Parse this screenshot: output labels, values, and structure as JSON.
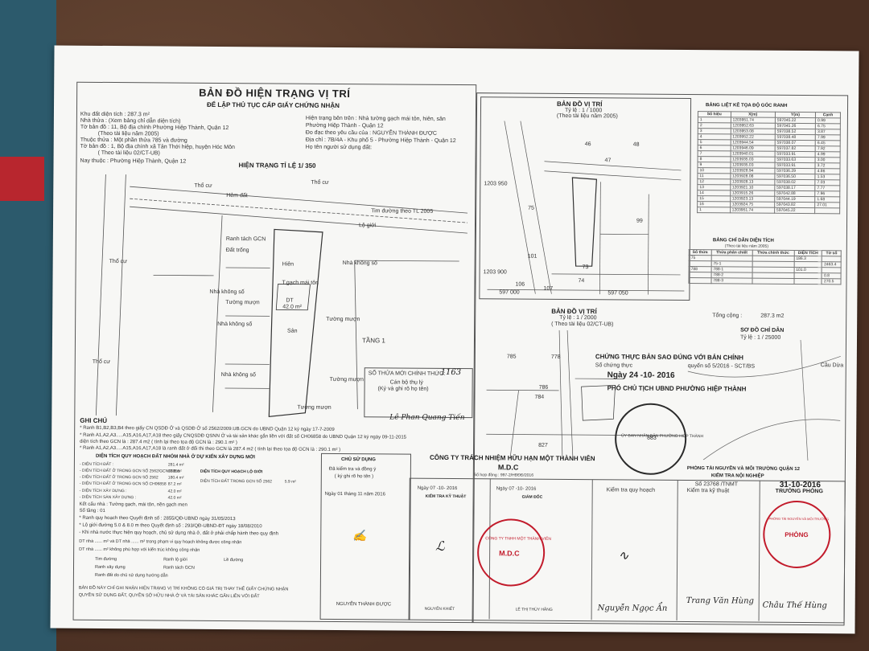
{
  "header": {
    "title": "BẢN ĐỒ HIỆN TRẠNG VỊ TRÍ",
    "subtitle": "ĐỂ LẬP THỦ TỤC CẤP GIẤY CHỨNG NHẬN"
  },
  "info_left": [
    "Khu đất diện tích : 287.3 m²",
    "Nhà thửa : (Xem bảng chỉ dẫn diện tích)",
    "Tờ bản đồ : 11, Bộ địa chính Phường Hiệp Thành, Quận 12",
    "(Theo tài liệu năm 2005)",
    "Thuộc thửa : Một phần thửa 785 và đường",
    "Tờ bản đồ : 1, Bộ địa chính xã Tân Thới hiệp, huyện Hóc Môn",
    "( Theo tài liệu 02/CT-UB)",
    "Nay thuộc : Phường Hiệp Thành, Quận 12"
  ],
  "info_right": [
    "Hiện trạng bên trên : Nhà tường gạch mái tôn, hiên, sân",
    "Phường Hiệp Thành - Quận 12",
    "Đo đạc theo yêu cầu của : NGUYỄN THÀNH ĐƯỢC",
    "Địa chỉ : 7B/4A - Khu phố 5 - Phường Hiệp Thành - Quận 12",
    "Họ tên người sử dụng đất:"
  ],
  "main_map": {
    "scale_title": "HIỆN TRẠNG TỈ LỆ 1/ 350",
    "labels": {
      "tho_cu": "Thổ cư",
      "hem_dat": "Hẻm đất",
      "tim_duong": "Tim đường theo TL 2005",
      "lo_gioi": "Lộ giới",
      "ranh_tach": "Ranh tách GCN",
      "dat_trong": "Đất trống",
      "hien": "Hiên",
      "tgach": "T.gạch mái tôn",
      "dt": "DT",
      "dt_val": "42.0 m²",
      "san": "Sân",
      "nha_khong_so": "Nhà không số",
      "tuong_muon": "Tường mượn",
      "tang1": "TẦNG 1"
    },
    "so_thua_moi_label": "SỐ THỬA MỚI CHÍNH THỨC:",
    "so_thua_moi_value": "1163",
    "can_bo_thu_ly": "Cán bộ thụ lý",
    "ky_ghi_ro": "(Ký và ghi rõ họ tên)",
    "signer": "Lê Phan Quang Tiến"
  },
  "location_map_top": {
    "title": "BẢN ĐỒ VỊ TRÍ",
    "scale": "Tỷ lệ : 1 / 1000",
    "source": "(Theo tài liệu năm 2005)",
    "coord_left_top": "1203 950",
    "coord_left_bottom": "1203 900",
    "coord_bottom_left": "597 000",
    "coord_bottom_right": "597 050",
    "parcels": [
      "46",
      "48",
      "75",
      "47",
      "99",
      "101",
      "106",
      "107",
      "73",
      "74"
    ]
  },
  "coord_table": {
    "title": "BẢNG LIỆT KÊ TỌA ĐỘ GÓC RANH",
    "headers": [
      "Số hiệu",
      "X(m)",
      "Y(m)",
      "Cạnh"
    ],
    "rows": [
      [
        "1",
        "1203951.74",
        "597045.22",
        "0.99"
      ],
      [
        "2",
        "1203952.63",
        "597045.26",
        "6.75"
      ],
      [
        "3",
        "1203953.08",
        "597038.52",
        "3.87"
      ],
      [
        "4",
        "1203952.22",
        "597038.48",
        "7.99"
      ],
      [
        "5",
        "1203944.54",
        "597038.07",
        "6.45"
      ],
      [
        "6",
        "1203946.09",
        "597037.82",
        "7.92"
      ],
      [
        "7",
        "1203940.01",
        "597033.91",
        "4.99"
      ],
      [
        "8",
        "1203935.03",
        "597033.63",
        "3.00"
      ],
      [
        "9",
        "1203935.03",
        "597033.91",
        "3.72"
      ],
      [
        "10",
        "1203928.94",
        "597036.29",
        "4.86"
      ],
      [
        "11",
        "1203928.08",
        "597036.50",
        "1.53"
      ],
      [
        "12",
        "1203928.13",
        "597038.02",
        "7.03"
      ],
      [
        "13",
        "1203921.10",
        "597038.17",
        "7.77"
      ],
      [
        "14",
        "1203915.26",
        "597042.88",
        "7.96"
      ],
      [
        "15",
        "1203923.13",
        "597044.19",
        "1.68"
      ],
      [
        "16",
        "1203924.75",
        "597043.82",
        "27.01"
      ],
      [
        "1",
        "1203951.74",
        "597045.22",
        ""
      ]
    ]
  },
  "area_table": {
    "title": "BẢNG CHỈ DẪN DIỆN TÍCH",
    "source": "(Theo tài liệu năm 2005)",
    "headers": [
      "Số thửa",
      "Thửa phân chiết",
      "Thửa chính thức",
      "DIỆN TÍCH",
      "Tờ số"
    ],
    "rows": [
      [
        "75",
        "",
        "",
        "186.3",
        ""
      ],
      [
        "",
        "75-1",
        "",
        "",
        "2463.4"
      ],
      [
        "788",
        "788-1",
        "",
        "101.0",
        ""
      ],
      [
        "",
        "788-2",
        "",
        "",
        "0.8"
      ],
      [
        "",
        "788-3",
        "",
        "",
        "270.5"
      ]
    ],
    "total_label": "Tổng cộng :",
    "total_value": "287.3 m2"
  },
  "location_map_bottom": {
    "title": "BẢN ĐỒ VỊ TRÍ",
    "scale": "Tỷ lệ : 1 / 2000",
    "source": "( Theo tài liệu 02/CT-UB)",
    "parcels": [
      "785",
      "778",
      "786",
      "784",
      "827",
      "883"
    ]
  },
  "index_map": {
    "title": "SƠ ĐỒ CHỈ DẪN",
    "scale": "Tỷ lệ : 1 / 25000",
    "cau_dua": "Cầu Dừa"
  },
  "certification": {
    "line1": "CHỨNG THỰC BẢN SAO ĐÚNG VỚI BẢN CHÍNH",
    "so_chung_thuc": "Số chứng thực",
    "quyen_so": "quyển số 5/2016 - SCT/BS",
    "date": "Ngày 24 -10- 2016",
    "pct": "PHÓ CHỦ TỊCH UBND PHƯỜNG HIỆP THÀNH"
  },
  "notes": {
    "title": "GHI CHÚ",
    "lines": [
      "* Ranh B1,B2,B3,B4 theo giấy CN QSDĐ Ở và QSDĐ Ở số 2562/2009.UB.GCN do UBND Quận 12 ký ngày 17-7-2009",
      "* Ranh A1,A2,A3.....A15,A16,A17,A18 theo giấy CNQSDĐ QSNN Ở và tài sản khác gắn liền với đất số CH06858 do UBND Quận 12 ký ngày 09-11-2015",
      "diện tích theo GCN là : 287.4 m2 ( tính lại theo tọa độ GCN là : 290.1 m² )",
      "* Ranh A1,A2,A3.....A15,A16,A17,A18 là ranh đất ở đổi thi theo GCN là 287.4 m2 ( tính lại theo tọa độ GCN là : 290.1 m² )"
    ],
    "quy_hoach_title": "DIỆN TÍCH QUY HOẠCH ĐẤT NHÓM NHÀ Ở DỰ KIẾN XÂY DỰNG MỚI",
    "dt_rows": [
      [
        "- DIỆN TÍCH ĐẤT :",
        "281.4 m²"
      ],
      [
        "- DIỆN TÍCH ĐẤT Ở TRONG GCN SỐ 2562/GCN08858",
        "13.8 m²"
      ],
      [
        "- DIỆN TÍCH ĐẤT Ở TRONG GCN SỐ 2562",
        "180.4 m²"
      ],
      [
        "- DIỆN TÍCH ĐẤT Ở TRONG GCN SỐ CH06858",
        "87.2 m²"
      ],
      [
        "- DIỆN TÍCH XÂY DỰNG :",
        "42.0 m²"
      ],
      [
        "- DIỆN TÍCH SÀN XÂY DỰNG :",
        "42.0 m²"
      ]
    ],
    "lo_gioi_title": "DIỆN TÍCH QUY HOẠCH LỘ GIỚI",
    "lo_gioi_value": "5.9 m²",
    "lo_gioi_label": "DIỆN TÍCH ĐẤT TRONG GCN SỐ 2562",
    "extra": [
      "Kết cấu nhà : Tường gạch, mái tôn, nền gạch men",
      "Số tầng : 01",
      "* Ranh quy hoạch theo Quyết định số : 2855/QĐ-UBND ngày 31/05/2013",
      "* Lộ giới đường 5.0 & 8.0 m theo Quyết định số : 293/QĐ-UBND-ĐT ngày 18/08/2010",
      "- Khi nhà nước thực hiện quy hoạch, chủ sử dụng nhà ở, đất ở phải chấp hành theo quy định",
      "DT nhà ...... m² và DT nhà ...... m² trong phạm vi quy hoạch không được công nhận",
      "DT nhà ...... m² không phù hợp với kiến trúc không công nhận",
      "Tim đường",
      "Ranh lộ giới",
      "Lề đường",
      "Ranh xây dựng",
      "Ranh tách GCN",
      "Ranh đất do chủ sử dụng hướng dẫn",
      "BẢN ĐỒ NÀY CHỈ GHI NHẬN HIỆN TRẠNG VỊ TRÍ KHÔNG CÓ GIÁ TRỊ THAY THẾ GIẤY CHỨNG NHẬN",
      "QUYỀN SỬ DỤNG ĐẤT, QUYỀN SỞ HỮU NHÀ Ở VÀ TÀI SẢN KHÁC GẮN LIỀN VỚI ĐẤT"
    ]
  },
  "owner_box": {
    "title": "CHỦ SỬ DỤNG",
    "line1": "Đã kiểm tra và đồng ý",
    "line2": "( ký ghi rõ họ tên )",
    "date": "Ngày 01 tháng 11 năm 2016",
    "name": "NGUYỄN THÀNH ĐƯỢC"
  },
  "company": {
    "name": "CÔNG TY TRÁCH NHIỆM HỮU HẠN MỘT THÀNH VIÊN",
    "short": "M.D.C",
    "contract": "Số hợp đồng : 997-2/HĐĐĐ/2016",
    "cols": [
      {
        "date": "Ngày 07 -10- 2016",
        "role": "KIỂM TRA KỸ THUẬT",
        "name": "NGUYỄN KHIẾT"
      },
      {
        "date": "Ngày 07 -10- 2016",
        "role": "GIÁM ĐỐC",
        "name": "LÊ THỊ THÙY HẰNG"
      }
    ],
    "kiem_tra_quy_hoach": "Kiểm tra quy hoạch",
    "kiem_tra_ky_thuat": "Kiểm tra kỹ thuật",
    "truong_phong": "TRƯỞNG PHÒNG",
    "sign1": "Nguyễn Ngọc Ẩn",
    "sign2": "Trang Văn Hùng",
    "sign3": "Châu Thế Hùng"
  },
  "dept": {
    "line1": "PHÒNG TÀI NGUYÊN VÀ MÔI TRƯỜNG QUẬN 12",
    "line2": "KIỂM TRA NỘI NGHIỆP",
    "so": "Số 23768 /TNMT",
    "date": "31-10-2016",
    "year": "2016"
  },
  "stamps": {
    "mdc_center": "M.D.C",
    "mdc_ring": "CÔNG TY TNHH MỘT THÀNH VIÊN",
    "phong_ring": "PHÒNG TÀI NGUYÊN VÀ MÔI TRƯỜNG",
    "phong_center": "PHÒNG",
    "ubnd_ring": "ỦY BAN NHÂN DÂN PHƯỜNG HIỆP THÀNH"
  }
}
